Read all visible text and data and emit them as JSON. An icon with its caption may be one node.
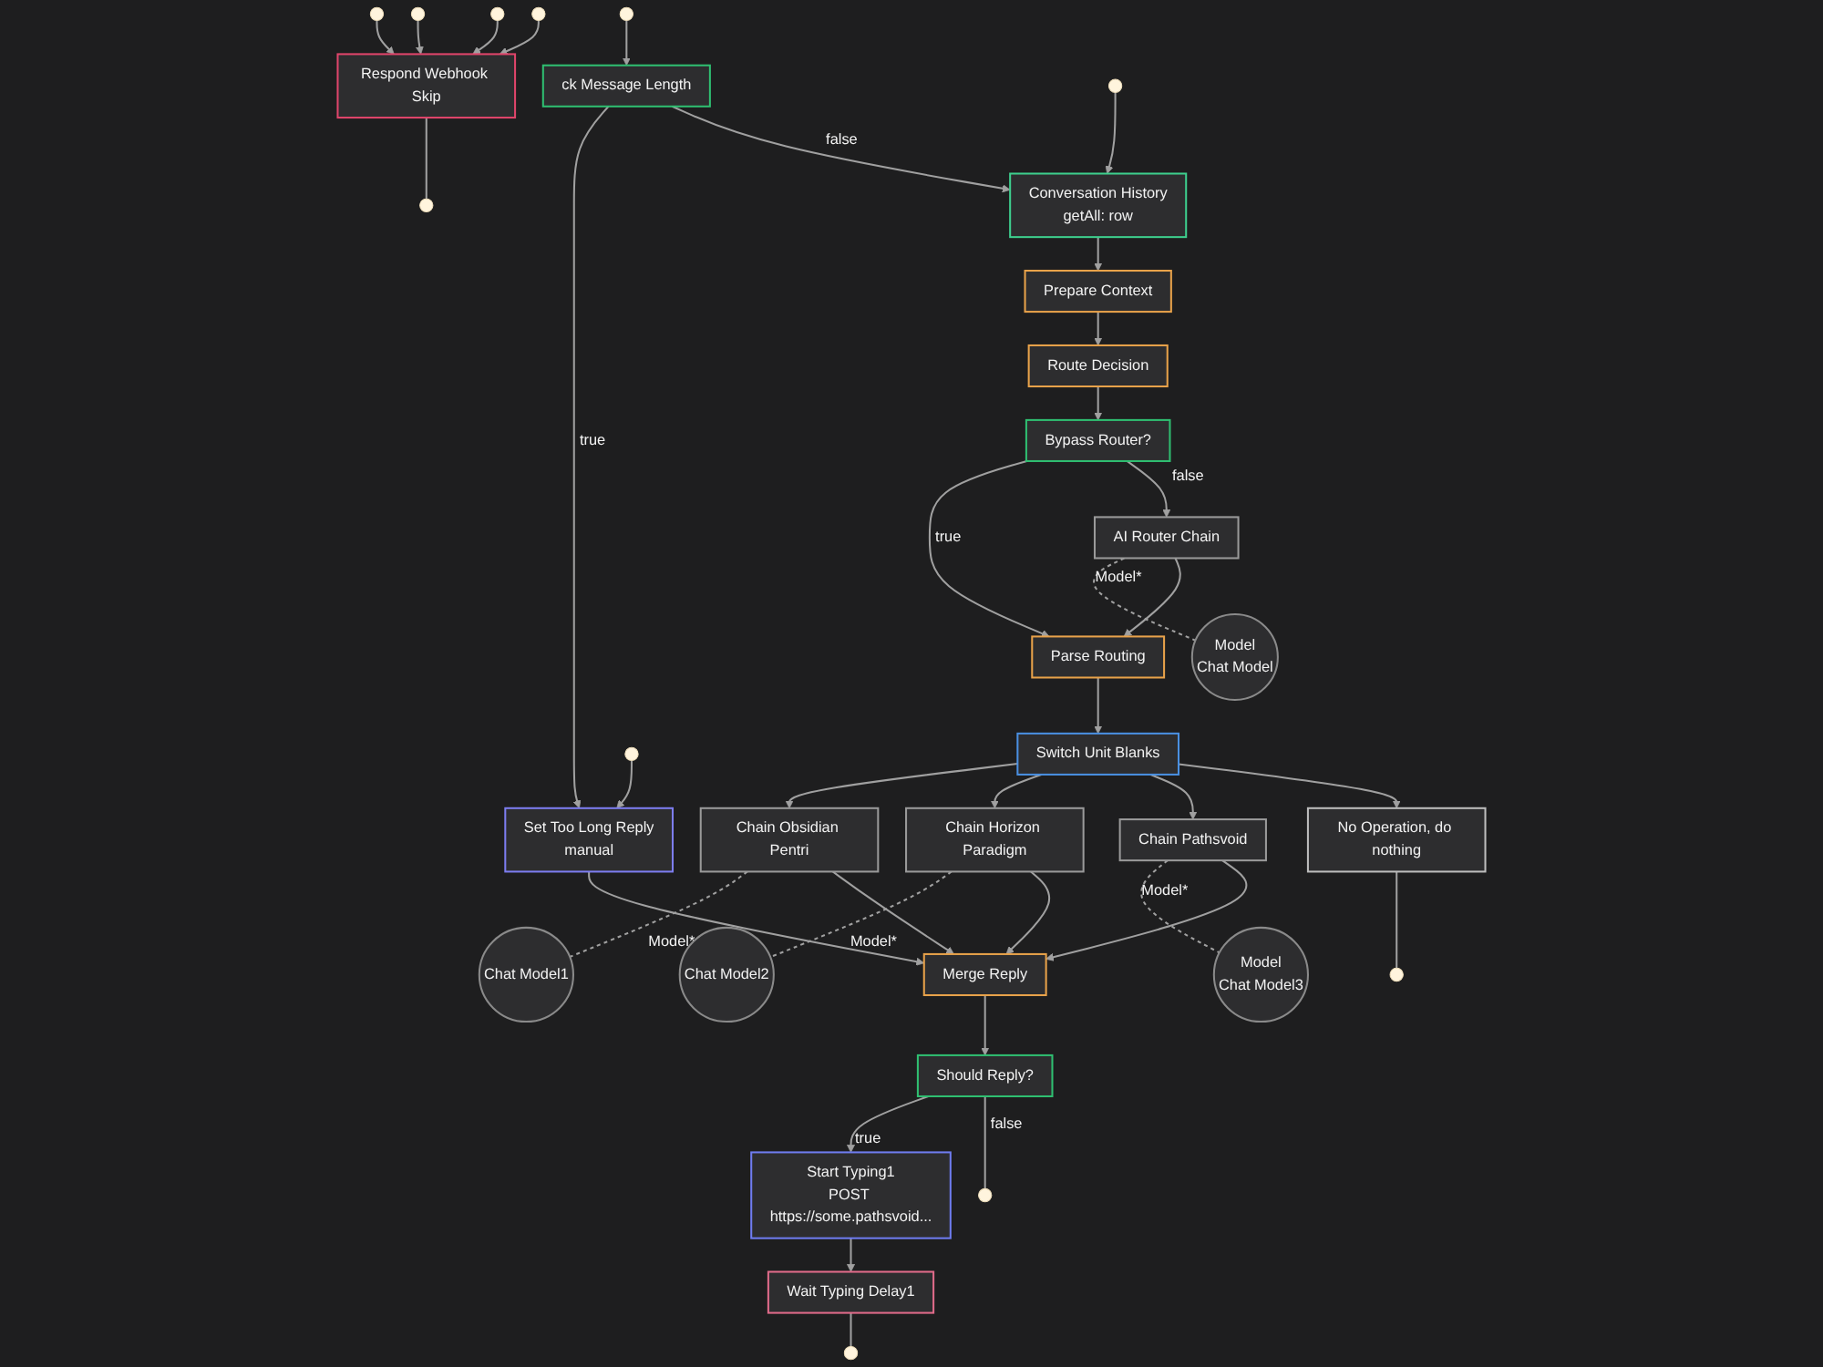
{
  "diagram": {
    "nodes": [
      {
        "text": [
          "Respond Webhook Skip"
        ]
      },
      {
        "text": [
          "ck Message Length"
        ]
      },
      {
        "text": [
          "Set Too Long Reply",
          "manual"
        ]
      },
      {
        "text": [
          "Conversation History",
          "getAll: row"
        ]
      },
      {
        "text": [
          "Prepare Context"
        ]
      },
      {
        "text": [
          "Route Decision"
        ]
      },
      {
        "text": [
          "Bypass Router?"
        ]
      },
      {
        "text": [
          "Parse Routing"
        ]
      },
      {
        "text": [
          "Switch Unit Blanks"
        ]
      },
      {
        "text": [
          "AI Router Chain"
        ]
      },
      {
        "text": [
          "Model",
          "Chat Model"
        ]
      },
      {
        "text": [
          "Chain Obsidian Pentri"
        ]
      },
      {
        "text": [
          "Chat Model1"
        ]
      },
      {
        "text": [
          "Chain Horizon Paradigm"
        ]
      },
      {
        "text": [
          "Chat Model2"
        ]
      },
      {
        "text": [
          "Chain Pathsvoid"
        ]
      },
      {
        "text": [
          "Model",
          "Chat Model3"
        ]
      },
      {
        "text": [
          "No Operation, do nothing"
        ]
      },
      {
        "text": [
          "Merge Reply"
        ]
      },
      {
        "text": [
          "Should Reply?"
        ]
      },
      {
        "text": [
          "Start Typing1",
          "POST https://some.pathsvoid..."
        ]
      },
      {
        "text": [
          "Wait Typing Delay1"
        ]
      }
    ],
    "edges": [
      {
        "from": null,
        "to": 0,
        "arrow": "to"
      },
      {
        "from": null,
        "to": 0,
        "arrow": "to"
      },
      {
        "from": null,
        "to": 0,
        "arrow": "to"
      },
      {
        "from": null,
        "to": 0,
        "arrow": "to"
      },
      {
        "from": 0,
        "to": null,
        "arrow": "none"
      },
      {
        "from": null,
        "to": 1,
        "arrow": "to"
      },
      {
        "from": null,
        "to": 2,
        "arrow": "to"
      },
      {
        "from": null,
        "to": 3,
        "arrow": "to"
      },
      {
        "from": 1,
        "to": 2,
        "arrow": "to",
        "label": "true"
      },
      {
        "from": 1,
        "to": 3,
        "arrow": "to",
        "label": "false"
      },
      {
        "from": 2,
        "to": 18,
        "arrow": "to"
      },
      {
        "from": 3,
        "to": 4,
        "arrow": "to"
      },
      {
        "from": 4,
        "to": 5,
        "arrow": "to"
      },
      {
        "from": 5,
        "to": 6,
        "arrow": "to"
      },
      {
        "from": 6,
        "to": 7,
        "arrow": "to",
        "label": "true"
      },
      {
        "from": 6,
        "to": 9,
        "arrow": "to",
        "label": "false"
      },
      {
        "from": 9,
        "to": 10,
        "arrow": "none",
        "label": "Model*",
        "style": "dashed"
      },
      {
        "from": 9,
        "to": 7,
        "arrow": "to"
      },
      {
        "from": 7,
        "to": 8,
        "arrow": "to"
      },
      {
        "from": 8,
        "to": 11,
        "arrow": "to"
      },
      {
        "from": 8,
        "to": 13,
        "arrow": "to"
      },
      {
        "from": 8,
        "to": 15,
        "arrow": "to"
      },
      {
        "from": 8,
        "to": 17,
        "arrow": "to"
      },
      {
        "from": 11,
        "to": 12,
        "arrow": "none",
        "label": "Model*",
        "style": "dashed"
      },
      {
        "from": 13,
        "to": 14,
        "arrow": "none",
        "label": "Model*",
        "style": "dashed"
      },
      {
        "from": 15,
        "to": 16,
        "arrow": "none",
        "label": "Model*",
        "style": "dashed"
      },
      {
        "from": 11,
        "to": 18,
        "arrow": "to"
      },
      {
        "from": 13,
        "to": 18,
        "arrow": "to"
      },
      {
        "from": 15,
        "to": 18,
        "arrow": "to"
      },
      {
        "from": 17,
        "to": null,
        "arrow": "none"
      },
      {
        "from": 18,
        "to": 19,
        "arrow": "to"
      },
      {
        "from": 19,
        "to": 20,
        "arrow": "to",
        "label": "true"
      },
      {
        "from": 19,
        "to": null,
        "arrow": "none",
        "label": "false"
      },
      {
        "from": 20,
        "to": 21,
        "arrow": "to"
      },
      {
        "from": 21,
        "to": null,
        "arrow": "none"
      }
    ]
  }
}
